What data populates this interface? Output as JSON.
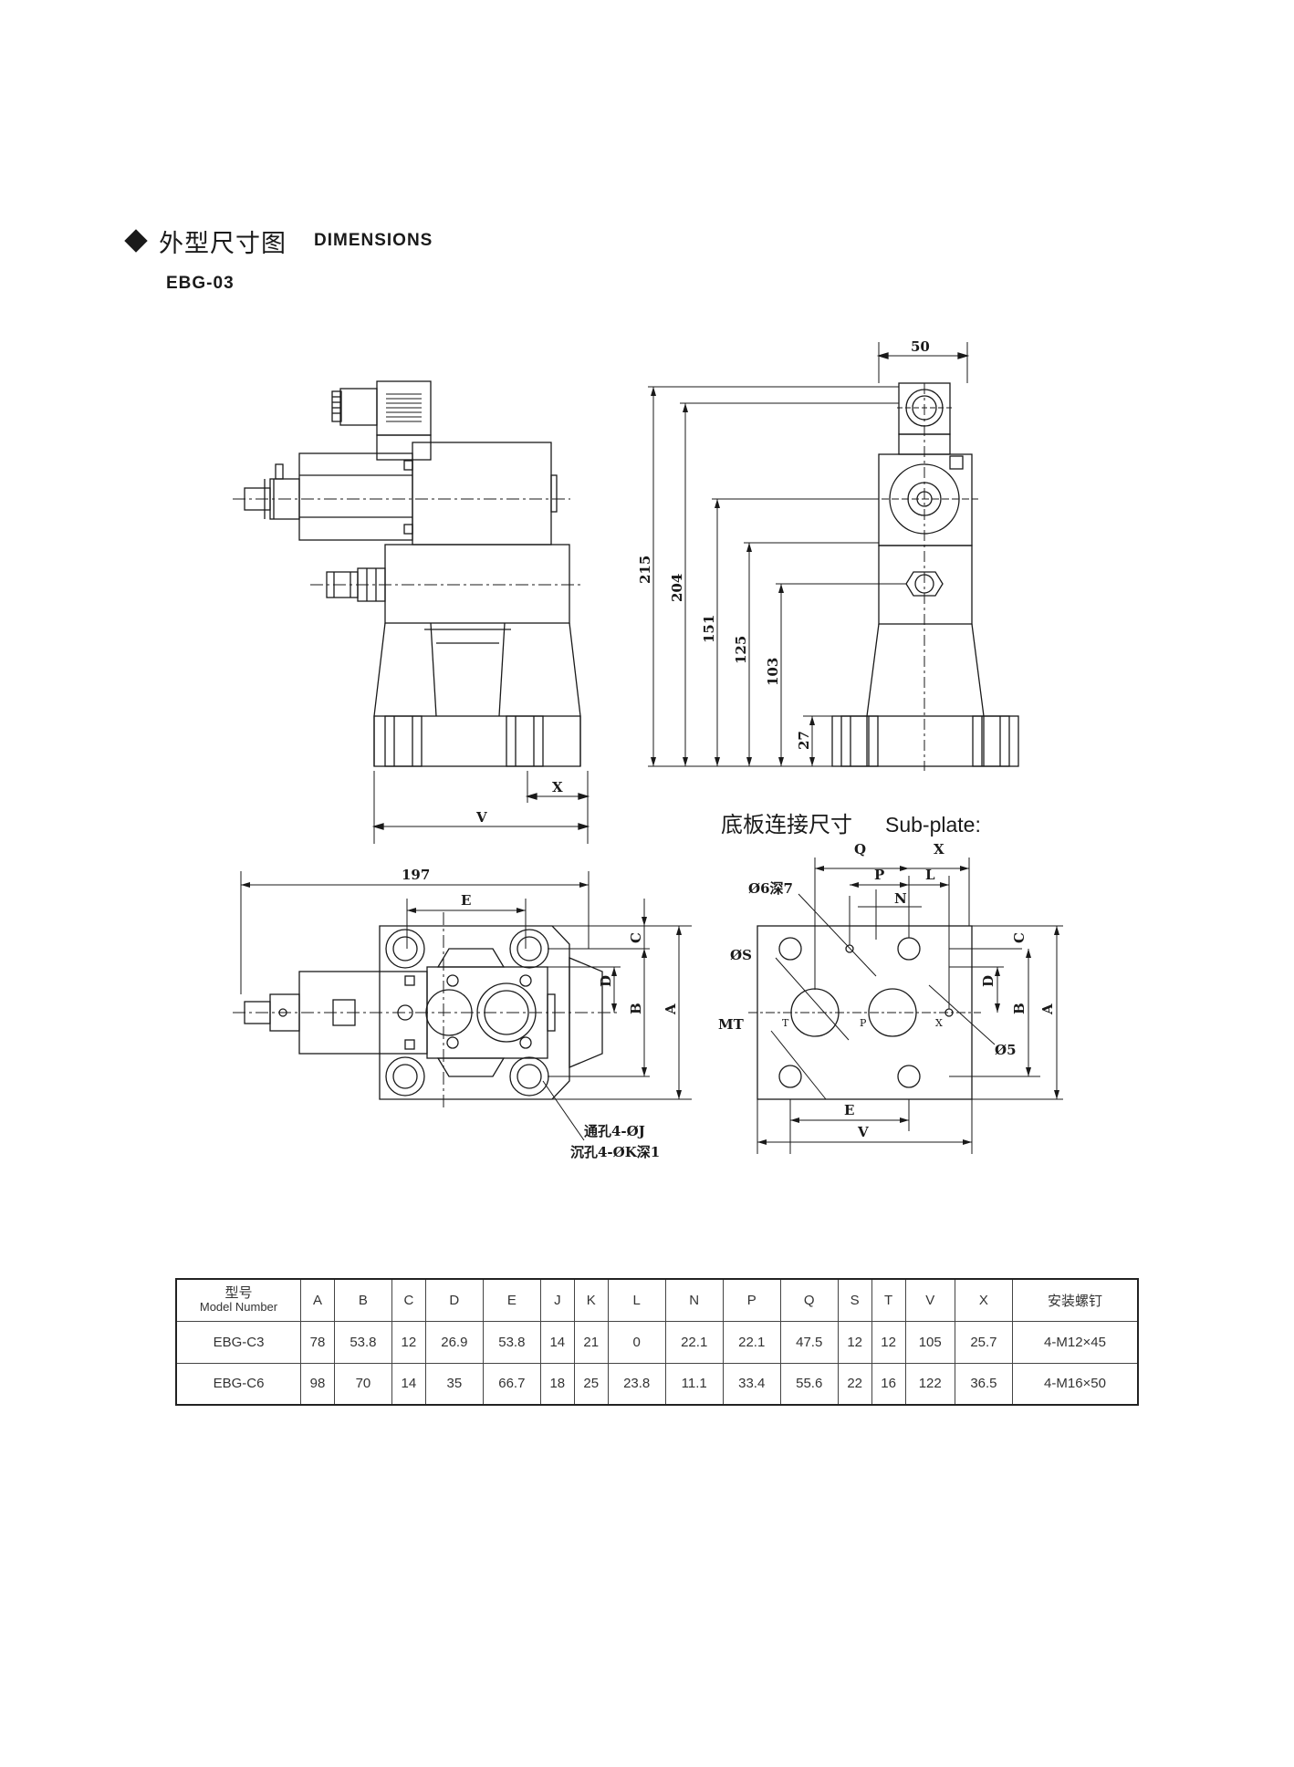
{
  "heading": {
    "title_cn": "外型尺寸图",
    "title_en": "DIMENSIONS"
  },
  "model": "EBG-03",
  "drawing_labels": {
    "top_width": "50",
    "heights": [
      "215",
      "204",
      "151",
      "125",
      "103",
      "27"
    ],
    "side_x": "X",
    "side_v": "V",
    "plan_width": "197",
    "plan_e": "E",
    "plan_c": "C",
    "plan_d": "D",
    "plan_b": "B",
    "plan_a": "A",
    "hole_note_1": "通孔4-ØJ",
    "hole_note_2": "沉孔4-ØK深1",
    "subplate_title_cn": "底板连接尺寸",
    "subplate_title_en": "Sub-plate:",
    "sp_q": "Q",
    "sp_x": "X",
    "sp_p": "P",
    "sp_l": "L",
    "sp_n": "N",
    "sp_hole6": "Ø6深7",
    "sp_s": "ØS",
    "sp_mt": "MT",
    "sp_5": "Ø5",
    "sp_t": "T",
    "sp_port_p": "P",
    "sp_port_x": "X",
    "sp_e": "E",
    "sp_v": "V",
    "sp_c": "C",
    "sp_d": "D",
    "sp_b": "B",
    "sp_a": "A"
  },
  "table": {
    "header_model_cn": "型号",
    "header_model_en": "Model Number",
    "columns": [
      "A",
      "B",
      "C",
      "D",
      "E",
      "J",
      "K",
      "L",
      "N",
      "P",
      "Q",
      "S",
      "T",
      "V",
      "X"
    ],
    "header_bolts": "安装螺钉",
    "rows": [
      {
        "model": "EBG-C3",
        "values": [
          "78",
          "53.8",
          "12",
          "26.9",
          "53.8",
          "14",
          "21",
          "0",
          "22.1",
          "22.1",
          "47.5",
          "12",
          "12",
          "105",
          "25.7"
        ],
        "bolts": "4-M12×45"
      },
      {
        "model": "EBG-C6",
        "values": [
          "98",
          "70",
          "14",
          "35",
          "66.7",
          "18",
          "25",
          "23.8",
          "11.1",
          "33.4",
          "55.6",
          "22",
          "16",
          "122",
          "36.5"
        ],
        "bolts": "4-M16×50"
      }
    ]
  }
}
